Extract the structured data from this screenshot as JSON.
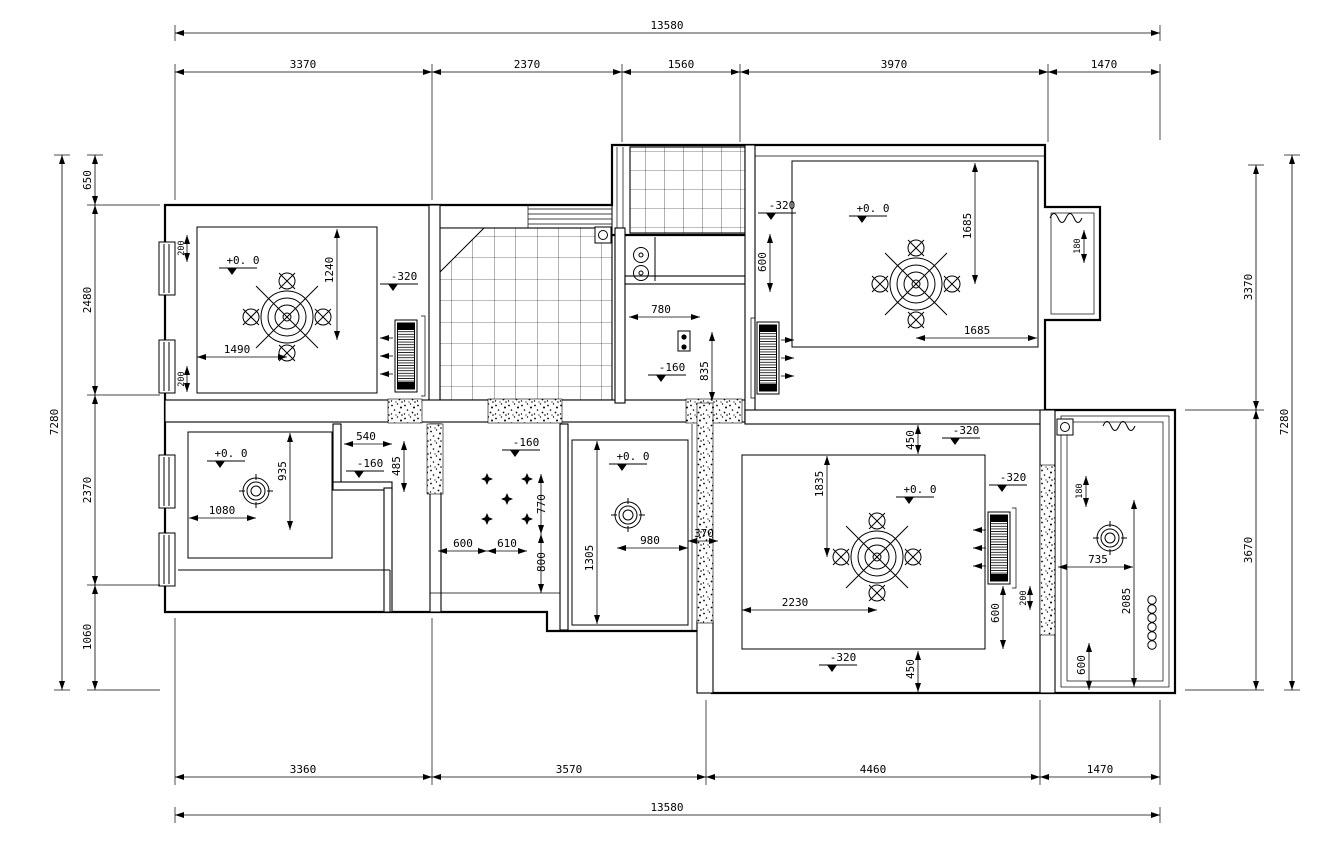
{
  "meta": {
    "ink": "#000000",
    "paper": "#ffffff",
    "drawing_type": "ceiling-plan"
  },
  "dims": {
    "top_total": "13580",
    "top_chain": [
      "3370",
      "2370",
      "1560",
      "3970",
      "1470"
    ],
    "left_total": "7280",
    "left_chain": [
      "650",
      "2480",
      "2370",
      "1060"
    ],
    "right_total": "7280",
    "right_chain": [
      "3370",
      "3670"
    ],
    "bottom_chain": [
      "3360",
      "3570",
      "4460",
      "1470"
    ],
    "bottom_total": "13580"
  },
  "labels": {
    "bed1_elev": "+0. 0",
    "bed1_1240": "1240",
    "bed1_1490": "1490",
    "bed1_neg320": "-320",
    "bed1_200a": "200",
    "bed1_200b": "200",
    "bath_780": "780",
    "bath_neg160": "-160",
    "bath_835": "835",
    "living_neg320": "-320",
    "living_600": "600",
    "living_elev": "+0. 0",
    "living_1685v": "1685",
    "living_1685h": "1685",
    "balc_tr_180": "180",
    "bed2_elev": "+0. 0",
    "bed2_935": "935",
    "bed2_1080": "1080",
    "hall_540": "540",
    "hall_neg160": "-160",
    "hall_485": "485",
    "dining_neg160": "-160",
    "dining_770": "770",
    "dining_600": "600",
    "dining_610": "610",
    "dining_800": "800",
    "bed3_elev": "+0. 0",
    "bed3_1305": "1305",
    "bed3_980": "980",
    "bed3_370": "370",
    "master_450t": "450",
    "master_neg320t": "-320",
    "master_1835": "1835",
    "master_elev": "+0. 0",
    "master_neg320r": "-320",
    "master_2230": "2230",
    "master_600": "600",
    "master_200": "200",
    "master_neg320b": "-320",
    "master_450b": "450",
    "balcr_180": "180",
    "balcr_735": "735",
    "balcr_2085": "2085",
    "balcr_600": "600"
  }
}
